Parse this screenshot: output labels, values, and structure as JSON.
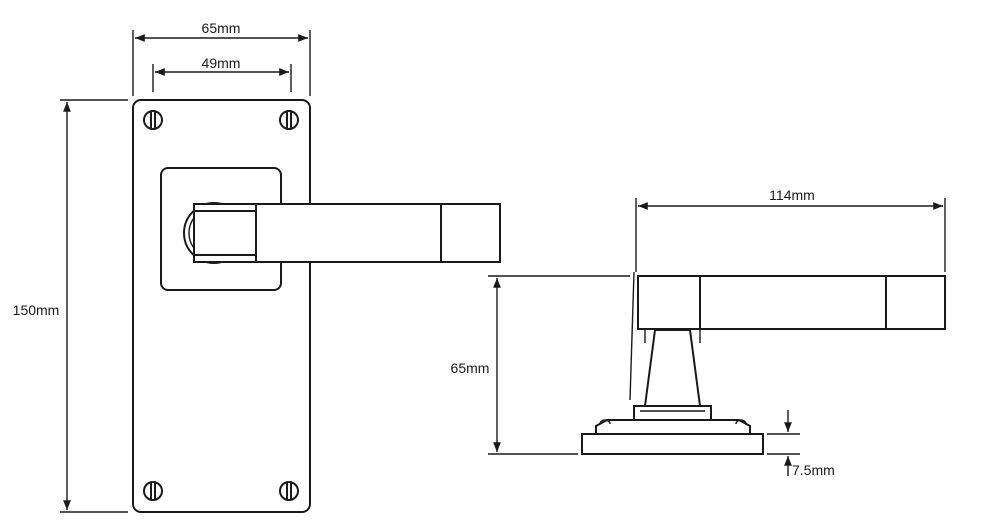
{
  "dimensions": {
    "plate_width": "65mm",
    "screw_spacing": "49mm",
    "plate_height": "150mm",
    "lever_length": "114mm",
    "projection": "65mm",
    "rose_thickness": "7.5mm"
  }
}
